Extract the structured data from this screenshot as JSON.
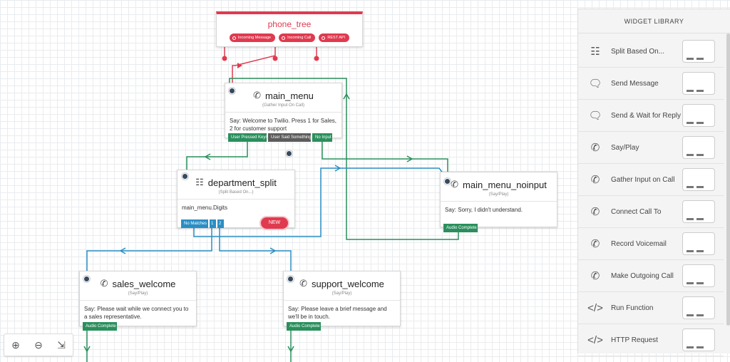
{
  "trigger": {
    "title": "phone_tree",
    "ports": [
      "Incoming Message",
      "Incoming Call",
      "REST API"
    ]
  },
  "nodes": {
    "main_menu": {
      "title": "main_menu",
      "subtitle": "(Gather Input On Call)",
      "body": "Say: Welcome to Twilio. Press 1 for Sales, 2 for customer support",
      "ports": [
        "User Pressed Keys",
        "User Said Something",
        "No Input"
      ]
    },
    "department_split": {
      "title": "department_split",
      "subtitle": "(Split Based On...)",
      "body": "main_menu.Digits",
      "ports": [
        "No Matches",
        "1",
        "2"
      ],
      "new_label": "NEW"
    },
    "main_menu_noinput": {
      "title": "main_menu_noinput",
      "subtitle": "(Say/Play)",
      "body": "Say: Sorry, I didn't understand.",
      "ports": [
        "Audio Complete"
      ]
    },
    "sales_welcome": {
      "title": "sales_welcome",
      "subtitle": "(Say/Play)",
      "body": "Say: Please wait while we connect you to a sales representative.",
      "ports": [
        "Audio Complete"
      ]
    },
    "support_welcome": {
      "title": "support_welcome",
      "subtitle": "(Say/Play)",
      "body": "Say: Please leave a brief message and we'll be in touch.",
      "ports": [
        "Audio Complete"
      ]
    }
  },
  "zoom": {
    "icons": [
      "zoom-in-icon",
      "zoom-out-icon",
      "fit-screen-icon"
    ]
  },
  "library": {
    "title": "WIDGET LIBRARY",
    "items": [
      {
        "label": "Split Based On...",
        "icon": "split-icon"
      },
      {
        "label": "Send Message",
        "icon": "message-icon"
      },
      {
        "label": "Send & Wait for Reply",
        "icon": "message-wait-icon"
      },
      {
        "label": "Say/Play",
        "icon": "phone-icon"
      },
      {
        "label": "Gather Input on Call",
        "icon": "phone-icon"
      },
      {
        "label": "Connect Call To",
        "icon": "phone-icon"
      },
      {
        "label": "Record Voicemail",
        "icon": "phone-icon"
      },
      {
        "label": "Make Outgoing Call",
        "icon": "phone-icon"
      },
      {
        "label": "Run Function",
        "icon": "code-icon"
      },
      {
        "label": "HTTP Request",
        "icon": "code-icon"
      }
    ]
  },
  "colors": {
    "trigger_red": "#e03a4f",
    "wire_green": "#2a8f5c",
    "wire_blue": "#2a8ec4",
    "port_gray": "#5c5c5c"
  }
}
